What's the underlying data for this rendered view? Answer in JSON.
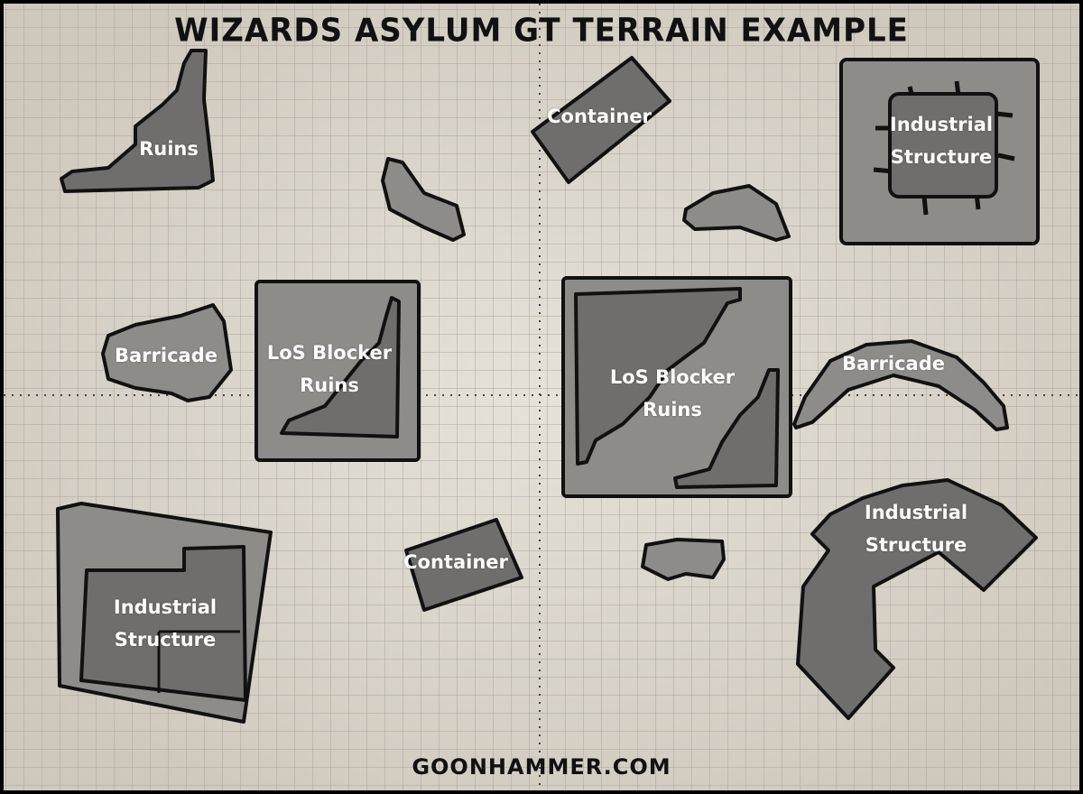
{
  "title": "WIZARDS ASYLUM GT TERRAIN EXAMPLE",
  "footer": "GOONHAMMER.COM",
  "colors": {
    "paper": "#dcd7cd",
    "grid": "#a9a59d",
    "light_fill": "#8e8c89",
    "dark_fill": "#6c6b69",
    "ink": "#111111"
  },
  "labels": {
    "ruins_tl": "Ruins",
    "container_top": "Container",
    "industrial_tr": [
      "Industrial",
      "Structure"
    ],
    "barricade_left": "Barricade",
    "los_left": [
      "LoS Blocker",
      "Ruins"
    ],
    "los_center": [
      "LoS Blocker",
      "Ruins"
    ],
    "barricade_right": "Barricade",
    "industrial_bl": [
      "Industrial",
      "Structure"
    ],
    "container_bottom": "Container",
    "industrial_br": [
      "Industrial",
      "Structure"
    ]
  }
}
